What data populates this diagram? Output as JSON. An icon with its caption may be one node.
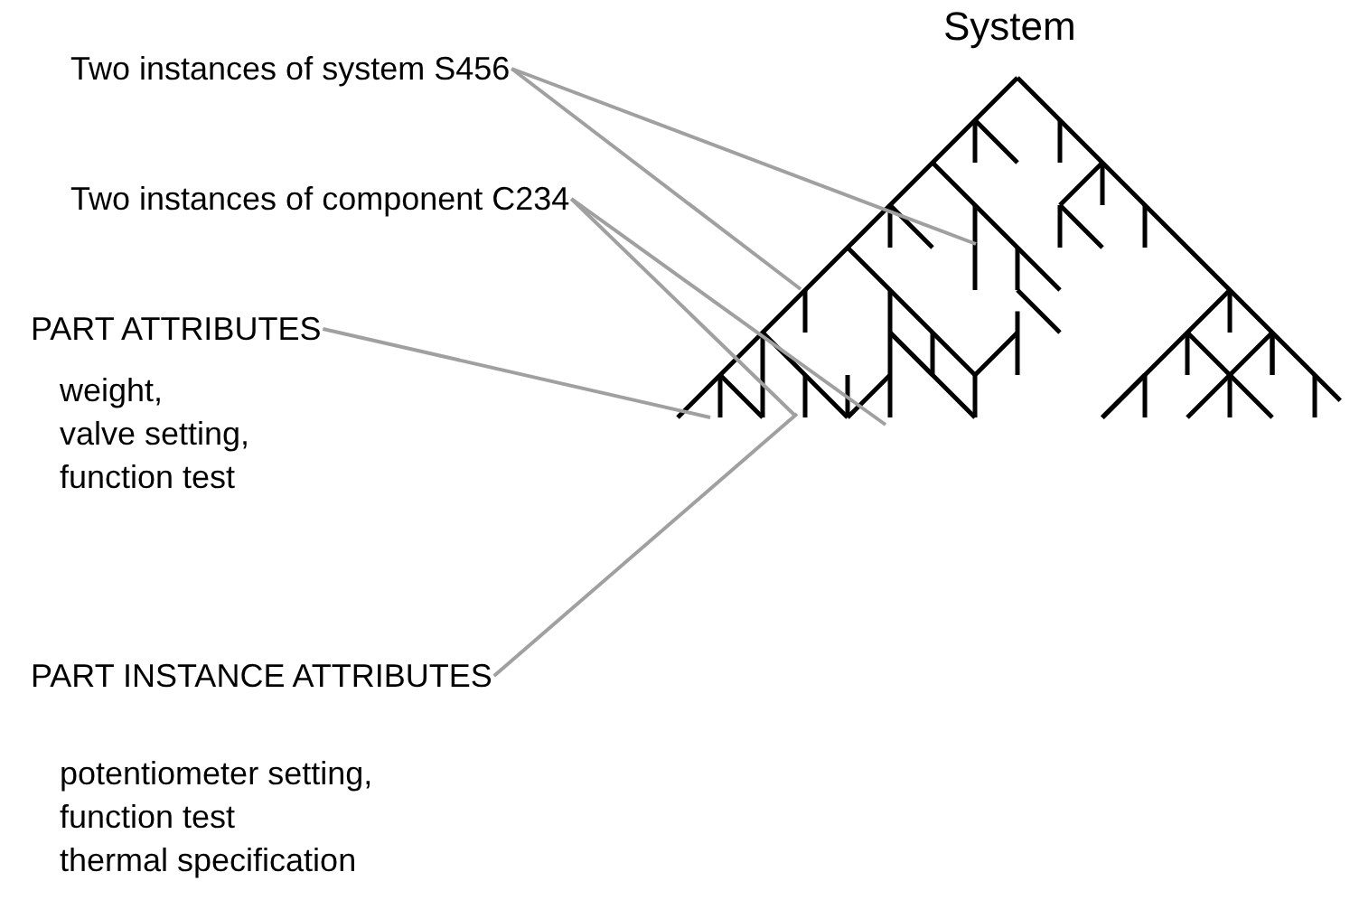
{
  "diagram": {
    "title": "System",
    "nodes": [
      {
        "text": [
          "Two instances of system S456"
        ]
      },
      {
        "text": [
          "Two instances of component C234"
        ]
      },
      {
        "text": [
          "PART ATTRIBUTES",
          "weight,",
          "valve setting,",
          "function test"
        ]
      },
      {
        "text": [
          "PART INSTANCE ATTRIBUTES",
          "potentiometer setting,",
          "function test",
          "thermal specification"
        ]
      }
    ],
    "edges": [
      {
        "from": 0,
        "to": null,
        "arrow": "none"
      },
      {
        "from": 0,
        "to": null,
        "arrow": "none"
      },
      {
        "from": 1,
        "to": null,
        "arrow": "none"
      },
      {
        "from": 1,
        "to": null,
        "arrow": "none"
      },
      {
        "from": 2,
        "to": null,
        "arrow": "none"
      },
      {
        "from": 3,
        "to": null,
        "arrow": "none"
      }
    ]
  }
}
